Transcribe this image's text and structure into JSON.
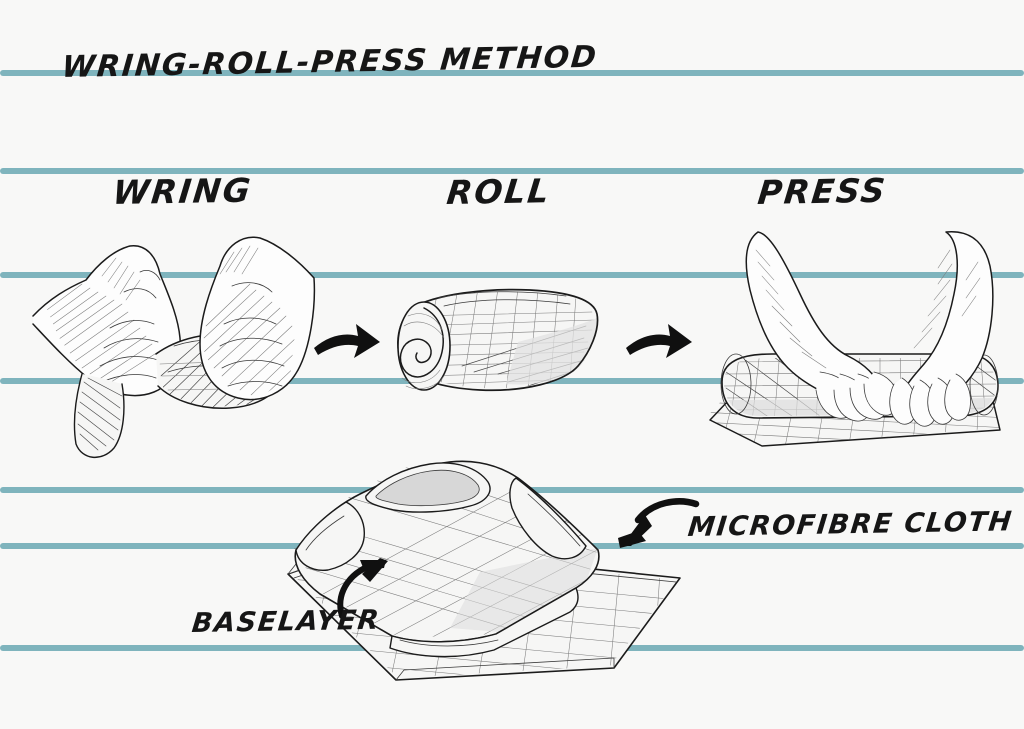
{
  "page": {
    "background_color": "#f8f8f7",
    "rule_color": "#7fb4bd",
    "ink_color": "#161616"
  },
  "title": "WRING-ROLL-PRESS METHOD",
  "steps": [
    {
      "label": "WRING",
      "illustration": "two-hands-wringing-cloth"
    },
    {
      "label": "ROLL",
      "illustration": "rolled-cloth-spiral"
    },
    {
      "label": "PRESS",
      "illustration": "two-hands-pressing-roll"
    }
  ],
  "flow_arrows": [
    {
      "name": "arrow-wring-to-roll",
      "direction": "right"
    },
    {
      "name": "arrow-roll-to-press",
      "direction": "right"
    }
  ],
  "callouts": [
    {
      "label": "MICROFIBRE CLOTH",
      "arrow": "curved-arrow-left-down",
      "target": "flat-microfibre-towel"
    },
    {
      "label": "BASELAYER",
      "arrow": "curved-arrow-up-right",
      "target": "folded-tshirt"
    }
  ],
  "bottom_illustration": {
    "name": "folded-baselayer-on-microfibre-cloth",
    "items": [
      "folded-tshirt",
      "flat-microfibre-towel"
    ]
  },
  "ruled_lines": [
    70,
    168,
    272,
    378,
    487,
    543,
    645
  ],
  "icons": {
    "arrow_right": "arrow-right-icon",
    "arrow_curve_left": "curved-arrow-left-icon",
    "arrow_curve_right": "curved-arrow-right-icon"
  }
}
